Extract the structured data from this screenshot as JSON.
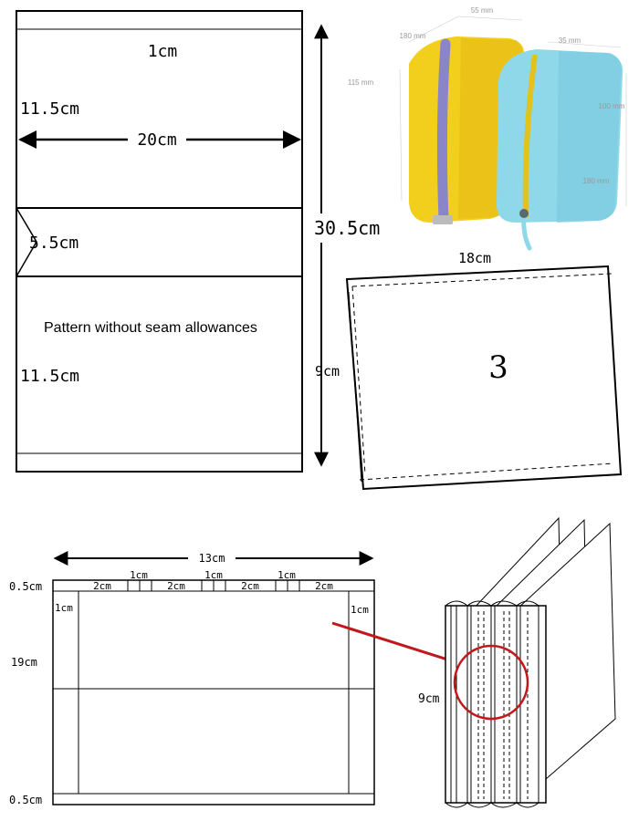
{
  "panel_main": {
    "top_label": "1cm",
    "upper_height": "11.5cm",
    "width": "20cm",
    "middle_height": "5.5cm",
    "total_height": "30.5cm",
    "note": "Pattern without seam allowances",
    "lower_height": "11.5cm"
  },
  "photo": {
    "dims_yellow": [
      "55 mm",
      "180 mm",
      "115 mm"
    ],
    "dims_blue": [
      "35 mm",
      "100 mm",
      "180 mm"
    ],
    "colors": {
      "yellow": "#f2cf1c",
      "blue": "#8fd8ea",
      "zip_purple": "#8a85c8",
      "zip_yellow": "#e3c21a"
    }
  },
  "piece3": {
    "width": "18cm",
    "height": "9cm",
    "number": "3"
  },
  "strip": {
    "width": "13cm",
    "top_margin": "0.5cm",
    "bottom_margin": "0.5cm",
    "height": "19cm",
    "left_margin": "1cm",
    "right_margin": "1cm",
    "segments": [
      "2cm",
      "1cm",
      "2cm",
      "1cm",
      "2cm",
      "1cm",
      "2cm"
    ]
  },
  "binding": {
    "height": "9cm",
    "highlight_color": "#c0191c"
  }
}
